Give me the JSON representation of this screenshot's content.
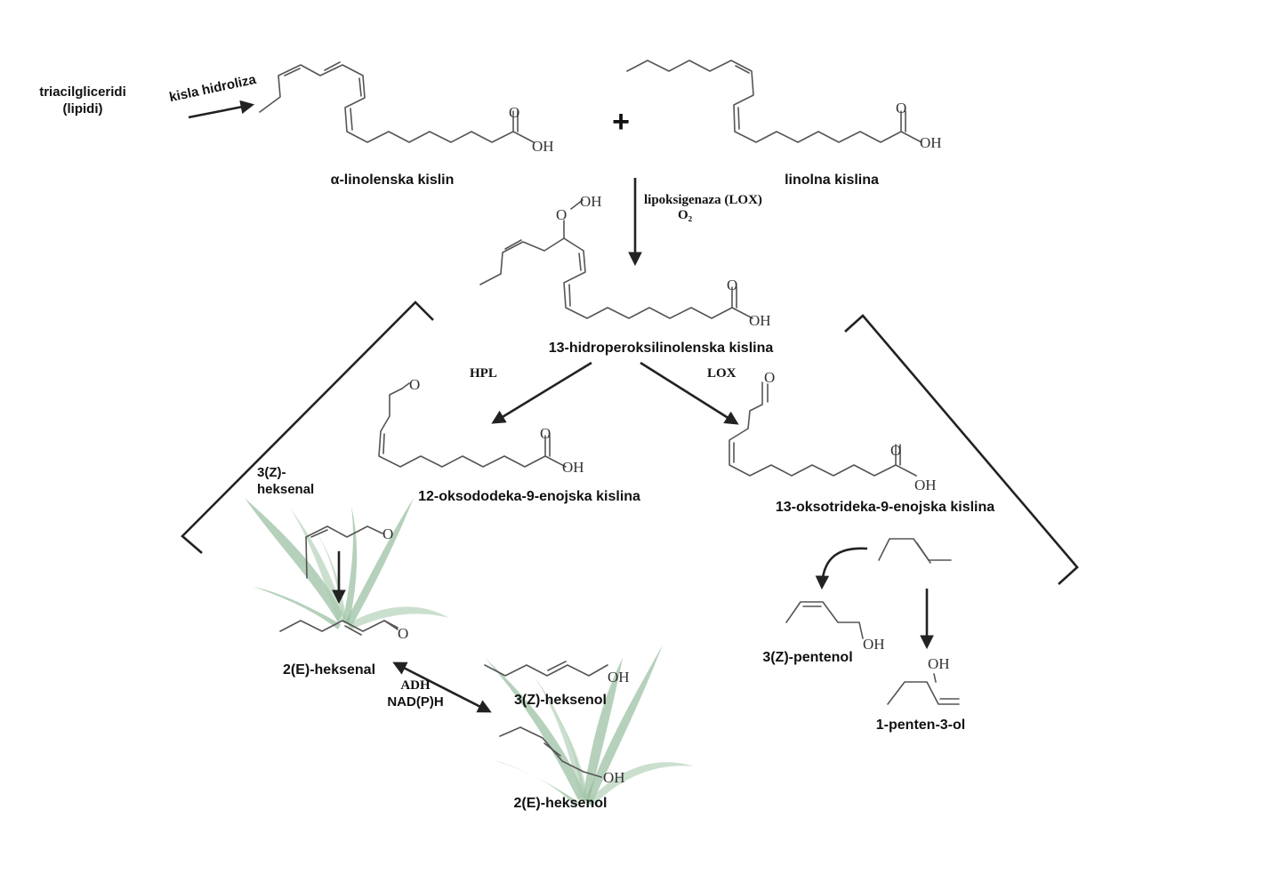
{
  "labels": {
    "triacylglycerides": "triacilgliceridi",
    "lipids": "(lipidi)",
    "acid_hydrolysis": "kisla hidroliza",
    "alpha_linolenic": "α-linolenska kislin",
    "plus_sign": "+",
    "linoleic": "linolna kislina",
    "lox_enzyme": "lipoksigenaza (LOX)",
    "oxygen": "O₂",
    "hydroperoxy": "13-hidroperoksilinolenska kislina",
    "hpl": "HPL",
    "lox": "LOX",
    "oxododeca": "12-oksododeka-9-enojska kislina",
    "oxotrideca": "13-oksotrideka-9-enojska kislina",
    "z_hexenal_line1": "3(Z)-",
    "z_hexenal_line2": "heksenal",
    "e_hexenal": "2(E)-heksenal",
    "adh": "ADH",
    "nadph": "NAD(P)H",
    "z_hexenol": "3(Z)-heksenol",
    "e_hexenol": "2(E)-heksenol",
    "z_pentenol": "3(Z)-pentenol",
    "pentenol": "1-penten-3-ol"
  },
  "atoms": {
    "oxygen": "O",
    "hydroxyl": "OH",
    "peroxide_oxygen": "O"
  },
  "colors": {
    "grass": "#8fb896",
    "bonds": "#555555",
    "arrows": "#222222"
  }
}
